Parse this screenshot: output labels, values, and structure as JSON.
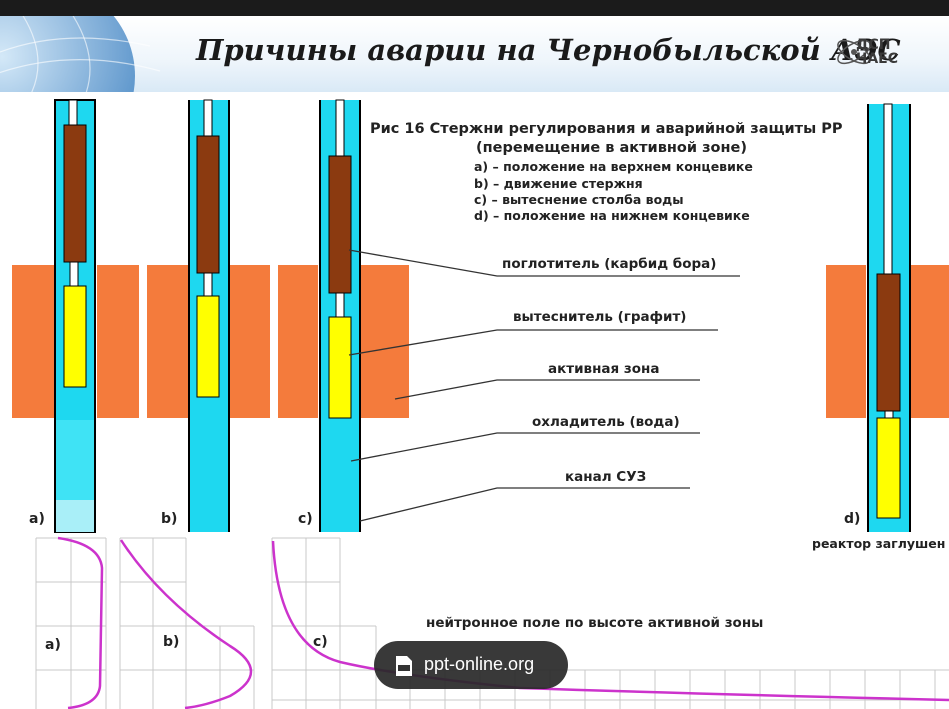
{
  "title": "Причины аварии на Чернобыльской АЭС",
  "logo": {
    "line1": "ДСП",
    "line2": "ЧАЕС"
  },
  "caption": {
    "heading": "Рис 16 Стержни регулирования и аварийной защиты РР",
    "subheading": "(перемещение в активной зоне)",
    "items": [
      "а) – положение на верхнем концевике",
      "b) – движение стержня",
      "с) – вытеснение столба воды",
      "d) – положение на нижнем концевике"
    ]
  },
  "labels": {
    "absorber": "поглотитель (карбид бора)",
    "displacer": "вытеснитель (графит)",
    "active_zone": "активная зона",
    "coolant": "охладитель (вода)",
    "channel": "канал СУЗ"
  },
  "rod_labels": [
    "а)",
    "b)",
    "c)",
    "d)"
  ],
  "reactor_note": "реактор заглушен",
  "graph_title": "нейтронное поле по высоте активной зоны",
  "graph_labels": [
    "а)",
    "b)",
    "c)"
  ],
  "watermark": "ppt-online.org",
  "colors": {
    "core": "#f47b3c",
    "water": "#1ed8f0",
    "absorber": "#8b3a10",
    "displacer": "#ffff00",
    "curve": "#cc33cc",
    "grid": "#c8c8c8"
  }
}
